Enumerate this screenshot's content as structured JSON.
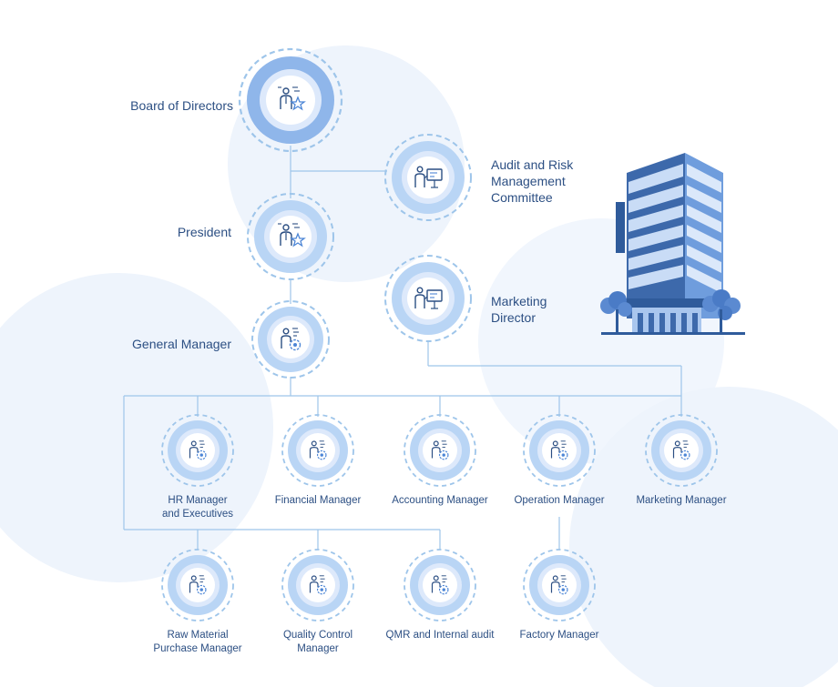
{
  "colors": {
    "line": "#9ec5ea",
    "ring_dash": "#9ec5ea",
    "node_outer": "#b9d5f5",
    "node_mid": "#dde9fb",
    "node_inner": "#f6f9ff",
    "board_outer": "#8fb6ea",
    "icon": "#2c4f83",
    "icon_accent": "#4d86d6",
    "bg_circle": "#eef4fc",
    "label": "#2c4f83",
    "building_dark": "#2f5b9b",
    "building_light": "#8fb3e6",
    "tree": "#5b8ad1"
  },
  "nodes": {
    "board": {
      "label": "Board of Directors",
      "icon": "leader-star-icon"
    },
    "audit": {
      "label_lines": [
        "Audit and Risk",
        "Management",
        "Committee"
      ],
      "icon": "presentation-icon"
    },
    "president": {
      "label": "President",
      "icon": "leader-star-icon"
    },
    "marketing_director": {
      "label_lines": [
        "Marketing",
        "Director"
      ],
      "icon": "presentation-icon"
    },
    "general_manager": {
      "label": "General Manager",
      "icon": "manager-gear-icon"
    },
    "hr": {
      "label_lines": [
        "HR Manager",
        "and Executives"
      ],
      "icon": "manager-gear-icon"
    },
    "financial": {
      "label": "Financial Manager",
      "icon": "manager-gear-icon"
    },
    "accounting": {
      "label": "Accounting Manager",
      "icon": "manager-gear-icon"
    },
    "operation": {
      "label": "Operation Manager",
      "icon": "manager-gear-icon"
    },
    "marketing_manager": {
      "label": "Marketing Manager",
      "icon": "manager-gear-icon"
    },
    "raw_material": {
      "label_lines": [
        "Raw Material",
        "Purchase Manager"
      ],
      "icon": "manager-gear-icon"
    },
    "quality_control": {
      "label_lines": [
        "Quality Control",
        "Manager"
      ],
      "icon": "manager-gear-icon"
    },
    "qmr": {
      "label": "QMR and Internal audit",
      "icon": "manager-gear-icon"
    },
    "factory": {
      "label": "Factory Manager",
      "icon": "manager-gear-icon"
    }
  },
  "illustration": {
    "icon": "office-building-icon"
  }
}
